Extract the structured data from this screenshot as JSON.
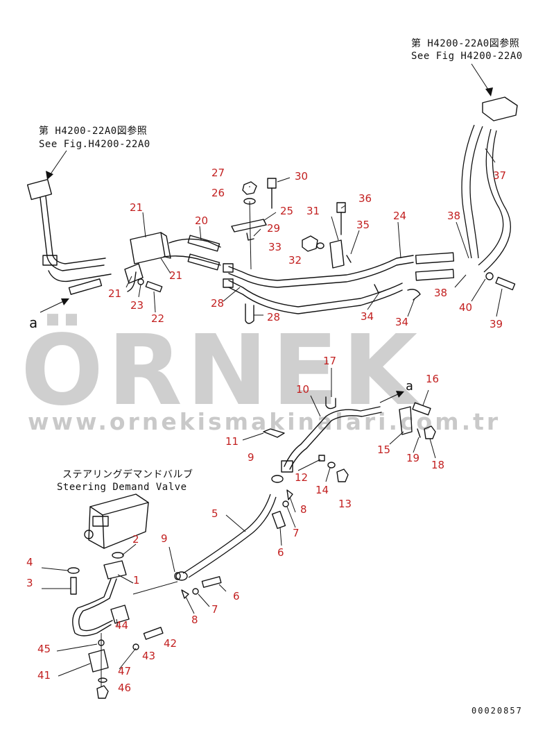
{
  "references": {
    "top_right_jp": "第 H4200-22A0図参照",
    "top_right_en": "See Fig H4200-22A0",
    "top_left_jp": "第 H4200-22A0図参照",
    "top_left_en": "See Fig.H4200-22A0",
    "valve_jp": "ステアリングデマンドバルブ",
    "valve_en": "Steering Demand Valve"
  },
  "markers": {
    "a_left": "a",
    "a_mid": "a"
  },
  "watermark": {
    "brand": "ÖRNEK",
    "url": "www.ornekismakinalari.com.tr"
  },
  "sheet_number": "00020857",
  "callouts": {
    "n1": "1",
    "n2": "2",
    "n3": "3",
    "n4": "4",
    "n5": "5",
    "n6a": "6",
    "n6b": "6",
    "n7a": "7",
    "n7b": "7",
    "n8a": "8",
    "n8b": "8",
    "n9a": "9",
    "n9b": "9",
    "n10": "10",
    "n11": "11",
    "n12": "12",
    "n13": "13",
    "n14": "14",
    "n15": "15",
    "n16": "16",
    "n17": "17",
    "n18": "18",
    "n19": "19",
    "n20": "20",
    "n21a": "21",
    "n21b": "21",
    "n21c": "21",
    "n22": "22",
    "n23": "23",
    "n24": "24",
    "n25": "25",
    "n26": "26",
    "n27": "27",
    "n28a": "28",
    "n28b": "28",
    "n29": "29",
    "n30": "30",
    "n31": "31",
    "n32": "32",
    "n33": "33",
    "n34a": "34",
    "n34b": "34",
    "n35": "35",
    "n36": "36",
    "n37": "37",
    "n38a": "38",
    "n38b": "38",
    "n39": "39",
    "n40": "40",
    "n41": "41",
    "n42": "42",
    "n43": "43",
    "n44": "44",
    "n45": "45",
    "n46": "46",
    "n47": "47"
  }
}
